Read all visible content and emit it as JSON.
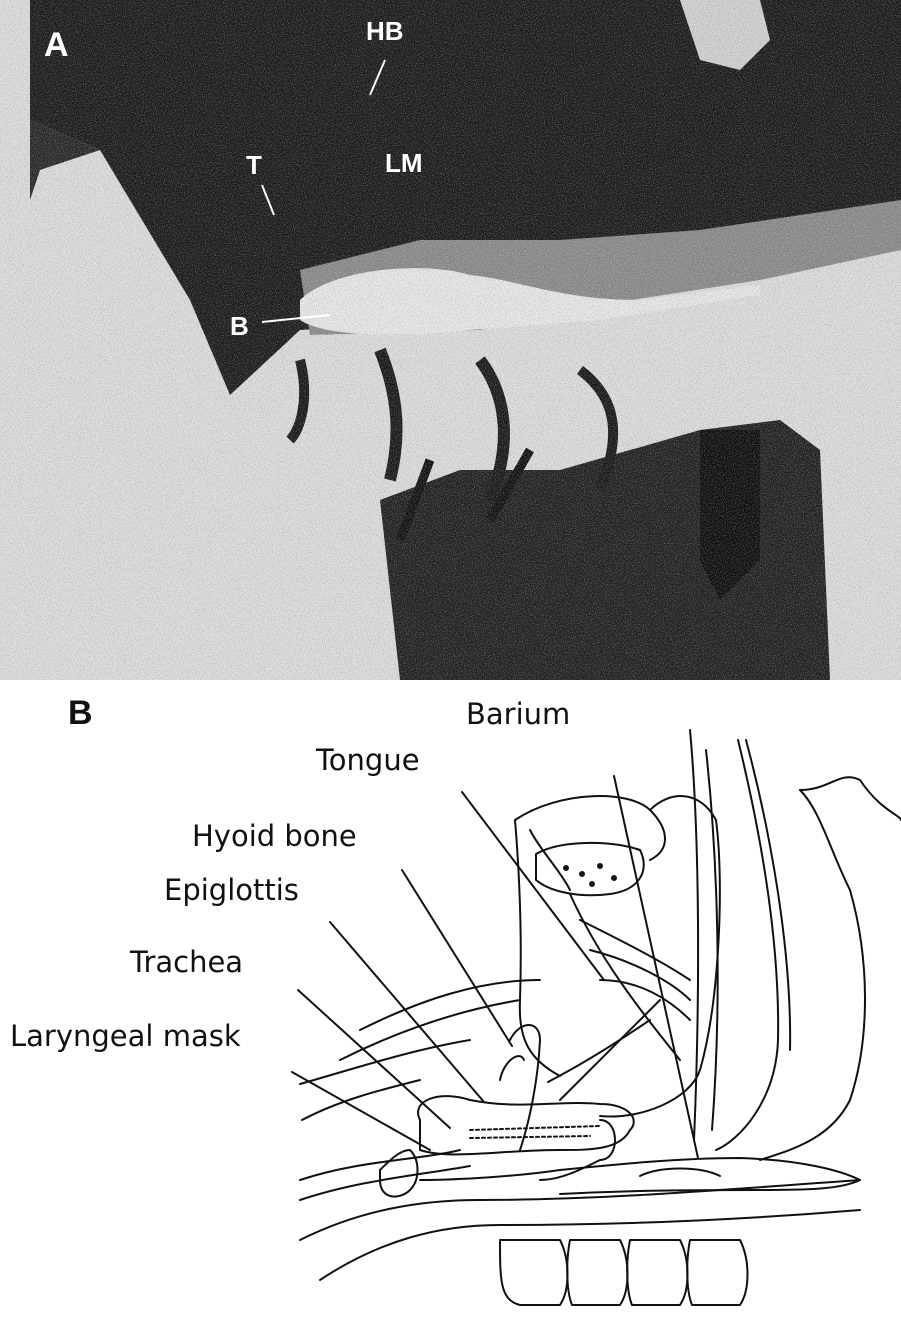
{
  "panel_a": {
    "letter": "A",
    "labels": {
      "hb": "HB",
      "lm": "LM",
      "t": "T",
      "b": "B"
    }
  },
  "panel_b": {
    "letter": "B",
    "labels": {
      "barium": "Barium",
      "tongue": "Tongue",
      "hyoid": "Hyoid bone",
      "epiglottis": "Epiglottis",
      "trachea": "Trachea",
      "laryngeal_mask": "Laryngeal mask"
    }
  },
  "colors": {
    "xray_dark": "#1a1a1a",
    "xray_light": "#d8d8d8",
    "ink": "#111111"
  }
}
